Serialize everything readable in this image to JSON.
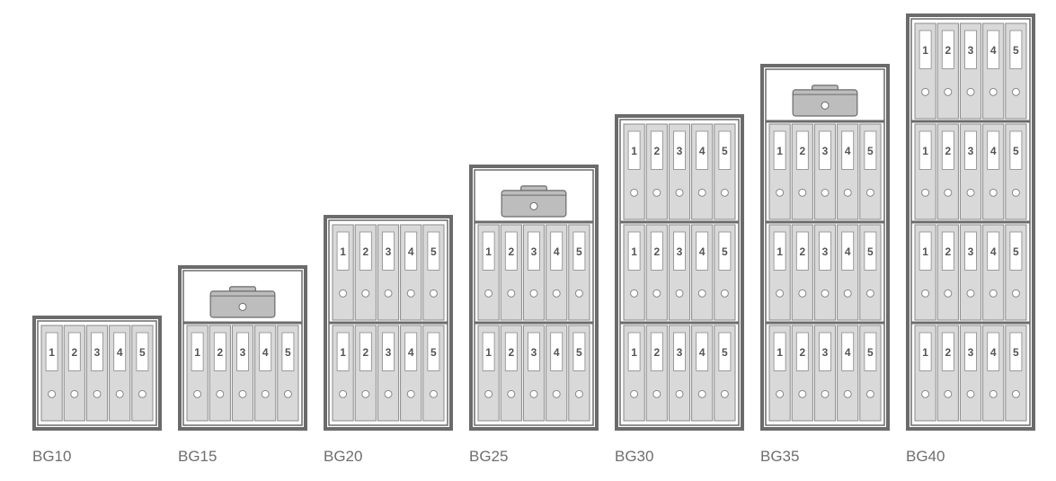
{
  "models": [
    {
      "label": "BG10",
      "shelves": [
        "binders"
      ]
    },
    {
      "label": "BG15",
      "shelves": [
        "cashbox",
        "binders"
      ]
    },
    {
      "label": "BG20",
      "shelves": [
        "binders",
        "binders"
      ]
    },
    {
      "label": "BG25",
      "shelves": [
        "cashbox",
        "binders",
        "binders"
      ]
    },
    {
      "label": "BG30",
      "shelves": [
        "binders",
        "binders",
        "binders"
      ]
    },
    {
      "label": "BG35",
      "shelves": [
        "cashbox",
        "binders",
        "binders",
        "binders"
      ]
    },
    {
      "label": "BG40",
      "shelves": [
        "binders",
        "binders",
        "binders",
        "binders"
      ]
    }
  ],
  "binder_numbers": [
    "1",
    "2",
    "3",
    "4",
    "5"
  ],
  "colors": {
    "frame": "#6b6b6b",
    "binder_fill": "#d9d9d9",
    "binder_stroke": "#8a8a8a",
    "spine_label": "#ffffff",
    "number_text": "#555555",
    "cashbox_fill": "#bdbdbd",
    "label_text": "#6e6e6e"
  }
}
